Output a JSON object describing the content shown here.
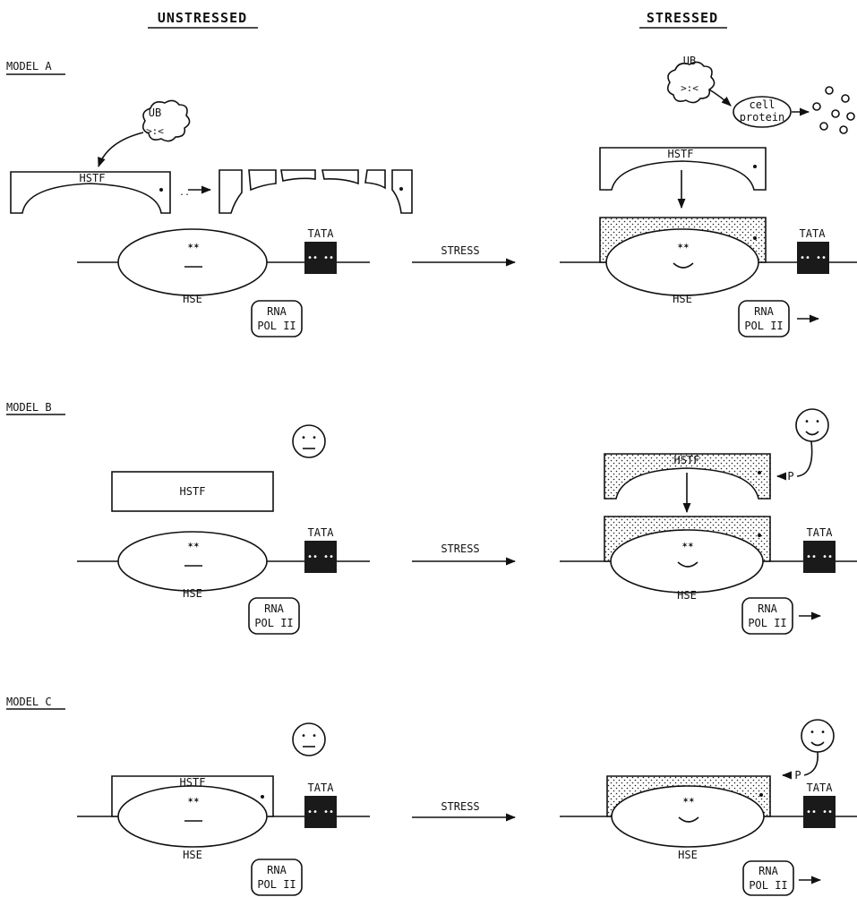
{
  "headers": {
    "unstressed": "UNSTRESSED",
    "stressed": "STRESSED"
  },
  "models": {
    "a": {
      "label": "MODEL A"
    },
    "b": {
      "label": "MODEL B"
    },
    "c": {
      "label": "MODEL C"
    }
  },
  "labels": {
    "ub": "UB",
    "hstf": "HSTF",
    "tata": "TATA",
    "hse": "HSE",
    "stress": "STRESS",
    "rna": "RNA",
    "pol2": "POL II",
    "cell": "cell",
    "protein": "protein",
    "p": "P"
  }
}
